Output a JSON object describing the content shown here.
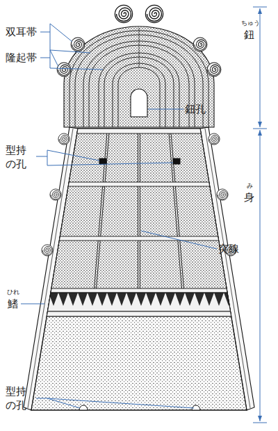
{
  "diagram": {
    "labels": [
      "双耳帯",
      "隆起帯",
      "型持 の孔",
      "ひれ",
      "鰭",
      "型持 の孔",
      "ちゅう",
      "鈕",
      "鈕孔",
      "み",
      "身",
      "突線"
    ]
  }
}
